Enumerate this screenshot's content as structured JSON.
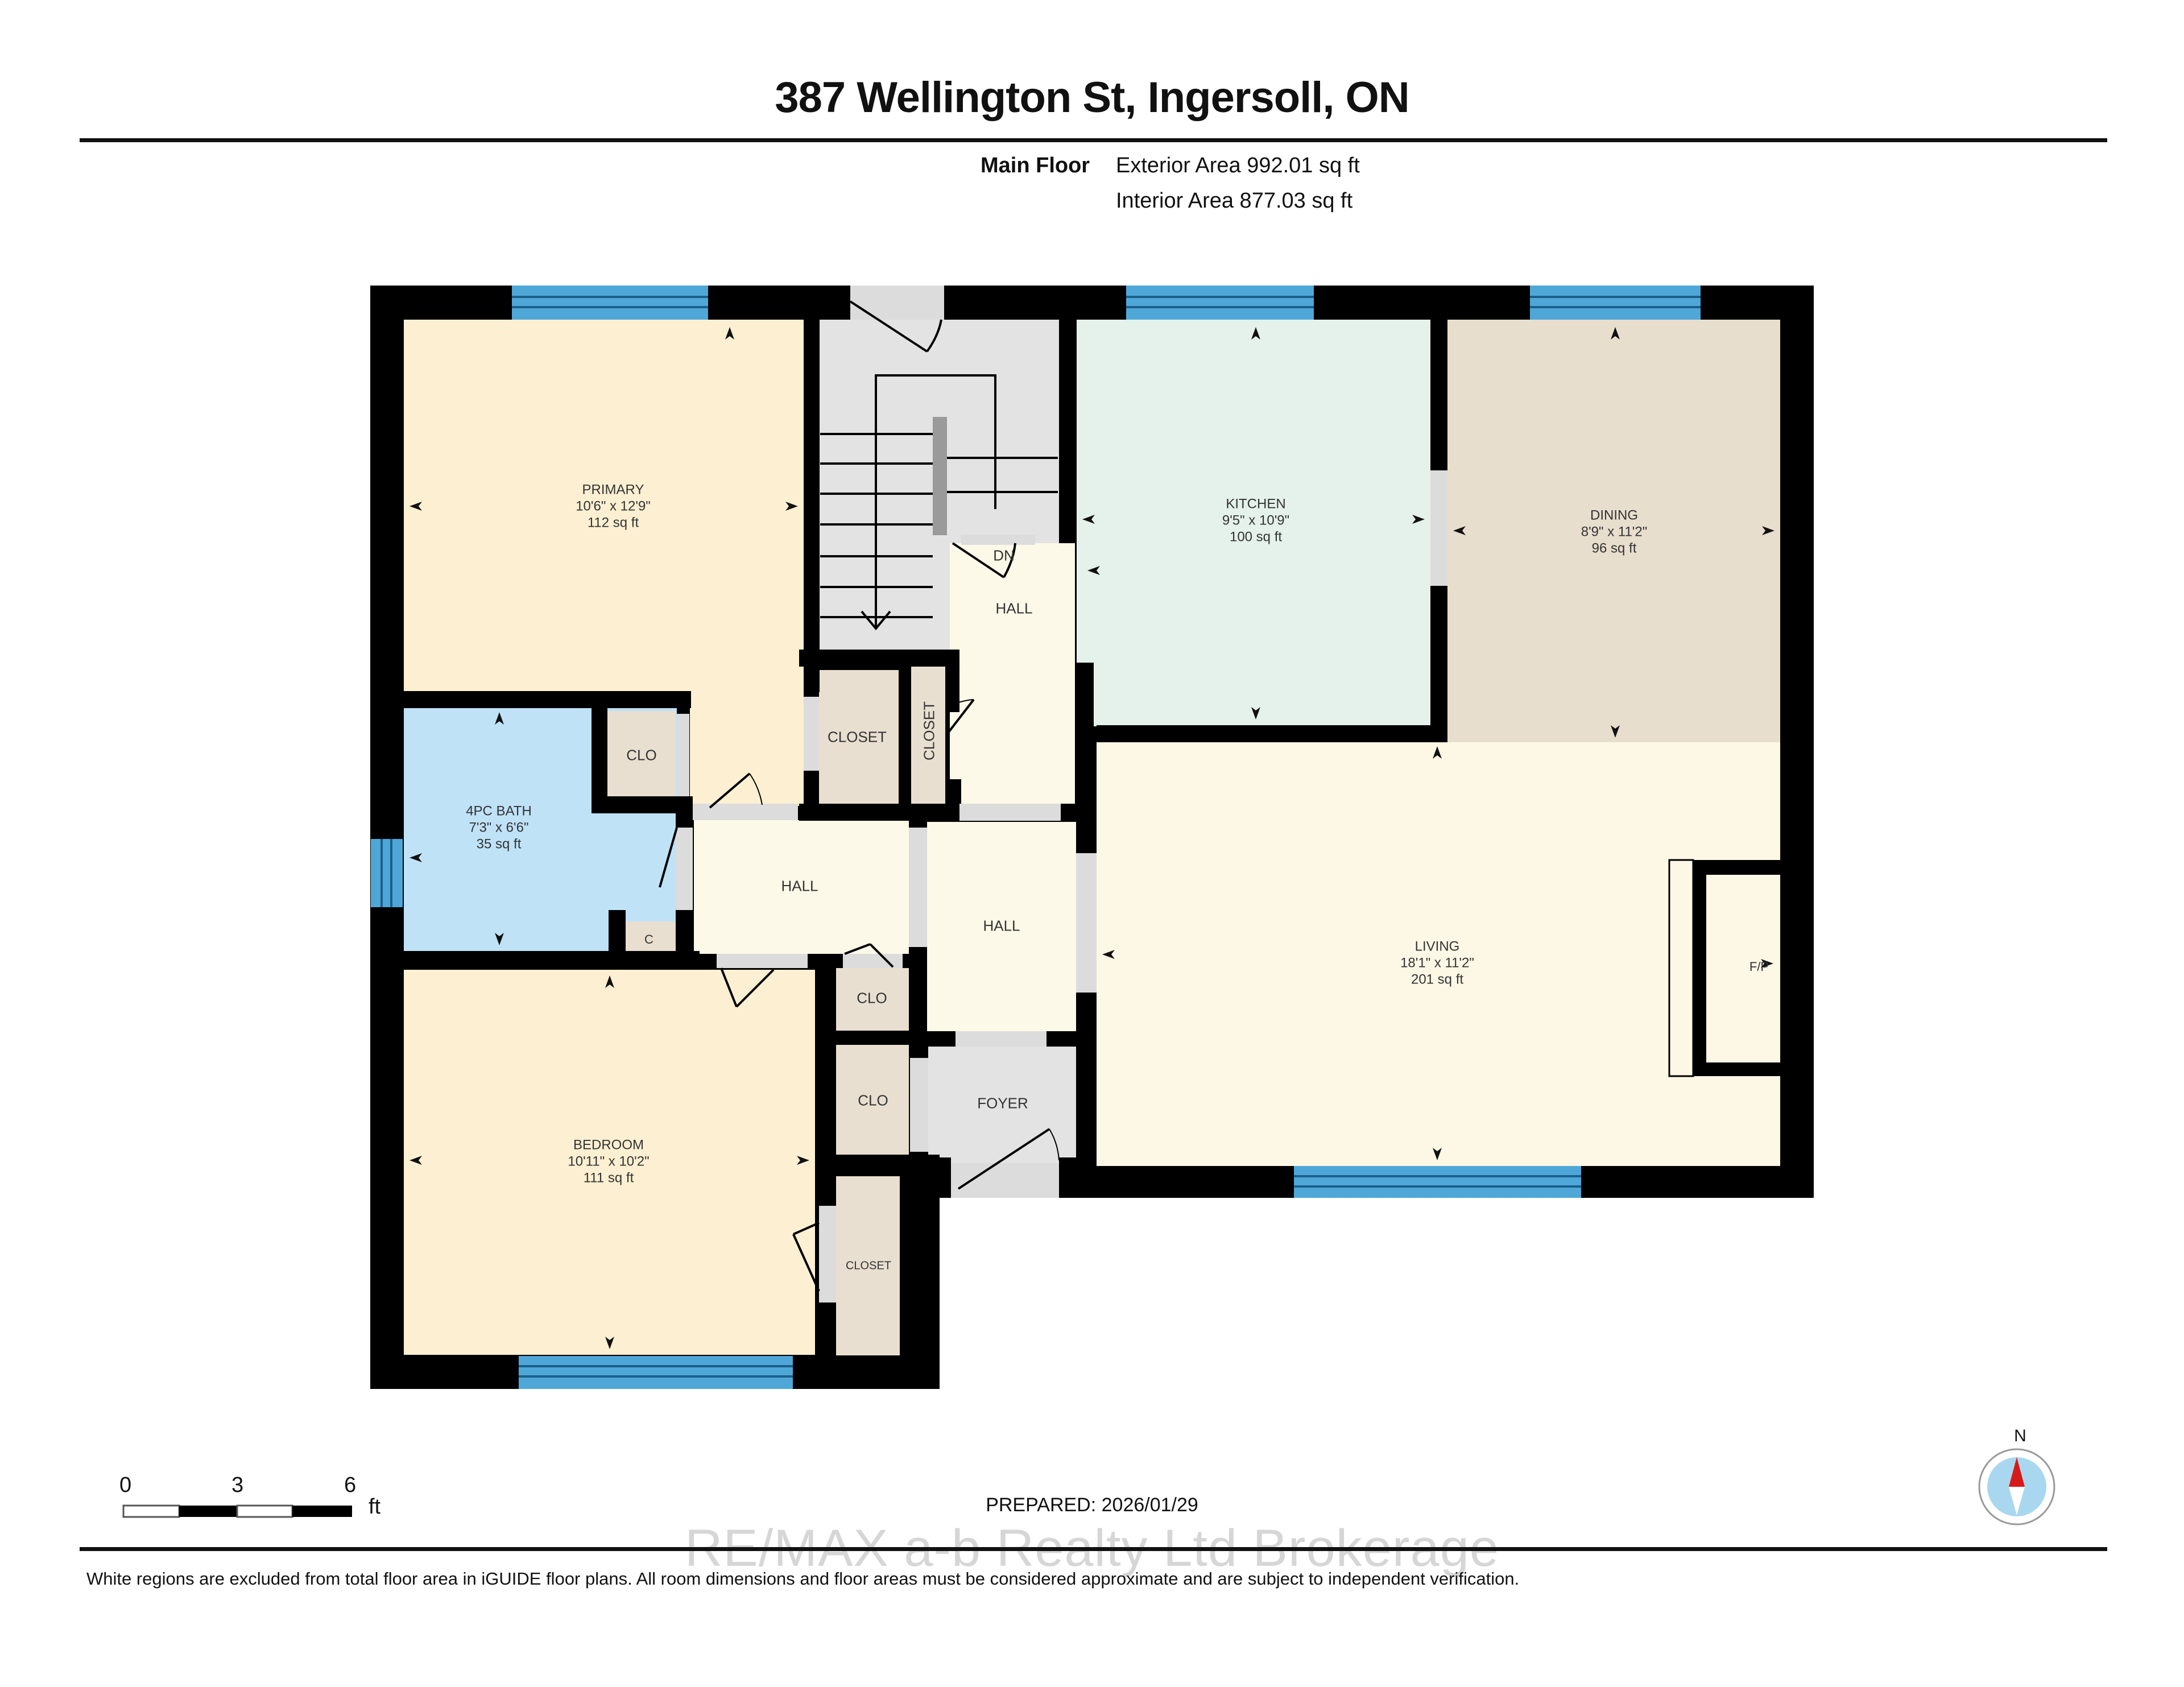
{
  "header": {
    "title": "387 Wellington St, Ingersoll, ON",
    "floor_name": "Main Floor",
    "exterior_area": "Exterior Area 992.01 sq ft",
    "interior_area": "Interior Area 877.03 sq ft"
  },
  "rooms": {
    "primary": {
      "name": "PRIMARY",
      "dims": "10'6\" x 12'9\"",
      "area": "112 sq ft",
      "color": "#fdf0d2"
    },
    "kitchen": {
      "name": "KITCHEN",
      "dims": "9'5\" x 10'9\"",
      "area": "100 sq ft",
      "color": "#e5f2ec"
    },
    "dining": {
      "name": "DINING",
      "dims": "8'9\" x 11'2\"",
      "area": "96 sq ft",
      "color": "#e8dece"
    },
    "bath": {
      "name": "4PC BATH",
      "dims": "7'3\" x 6'6\"",
      "area": "35 sq ft",
      "color": "#bfe2f7"
    },
    "living": {
      "name": "LIVING",
      "dims": "18'1\" x 11'2\"",
      "area": "201 sq ft",
      "color": "#fdf7e6"
    },
    "bedroom": {
      "name": "BEDROOM",
      "dims": "10'11\" x 10'2\"",
      "area": "111 sq ft",
      "color": "#fdf0d2"
    }
  },
  "labels": {
    "hall_upper": "HALL",
    "hall_center": "HALL",
    "hall_right": "HALL",
    "foyer": "FOYER",
    "closet_a": "CLOSET",
    "closet_b": "CLOSET",
    "closet_bedroom": "CLOSET",
    "clo_bath": "CLO",
    "clo_hall": "CLO",
    "clo_foyer": "CLO",
    "c_small": "C",
    "stairs_dn": "DN",
    "fireplace": "F/P"
  },
  "colors": {
    "wall": "#000000",
    "window": "#4fa7d8",
    "stairs": "#e3e3e3",
    "closet": "#e8dfd0",
    "hall": "#fdf9e8",
    "foyer": "#e3e3e3",
    "doorway": "#dcdcdc"
  },
  "scale_bar": {
    "ticks": [
      "0",
      "3",
      "6"
    ],
    "unit": "ft"
  },
  "footer": {
    "prepared": "PREPARED: 2026/01/29",
    "watermark": "RE/MAX a-b Realty Ltd Brokerage",
    "disclaimer": "White regions are excluded from total floor area in iGUIDE floor plans. All room dimensions and floor areas must be considered approximate and are subject to independent verification."
  },
  "compass": {
    "north_label": "N"
  }
}
